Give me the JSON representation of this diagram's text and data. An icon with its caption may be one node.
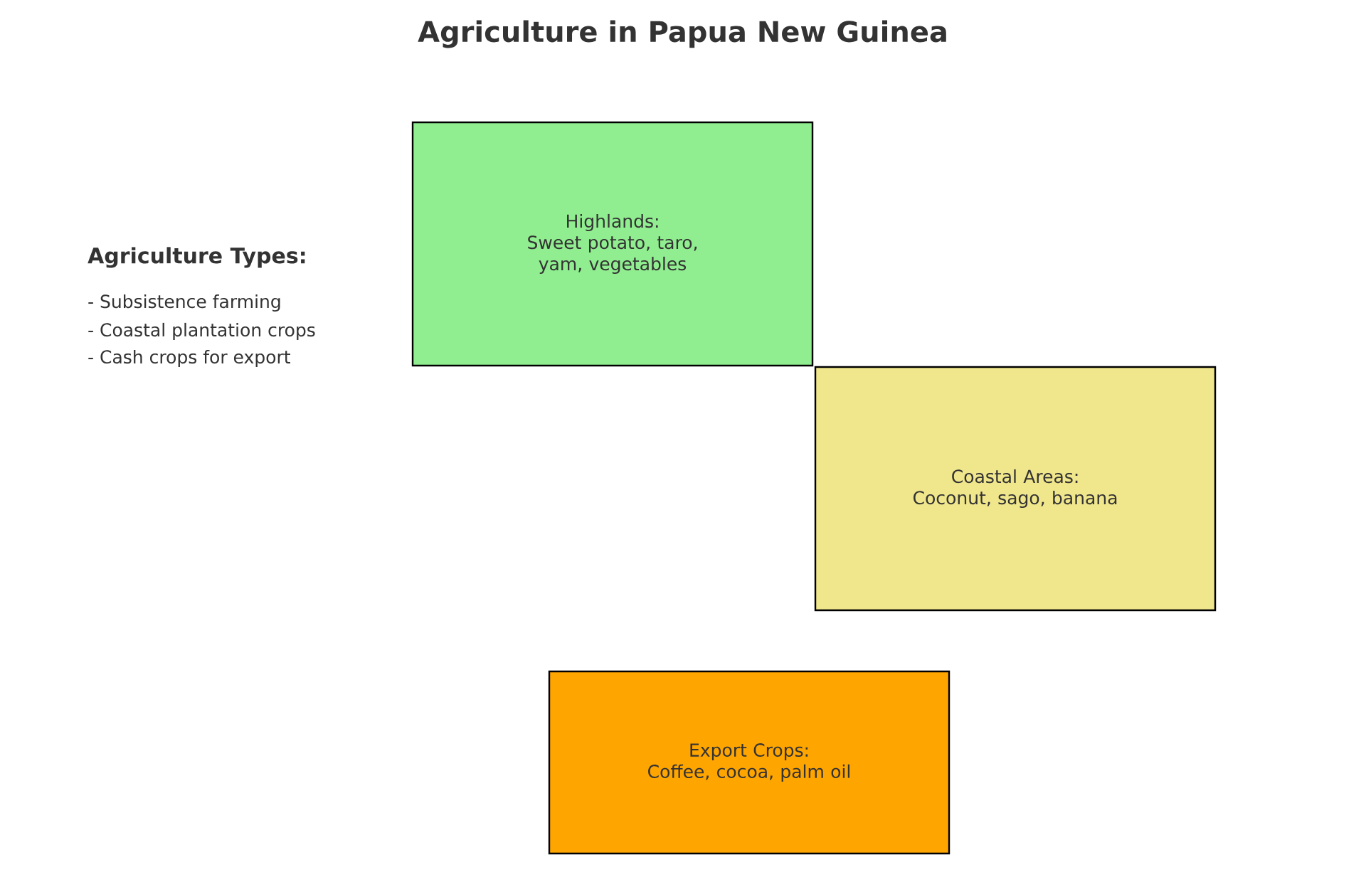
{
  "diagram": {
    "title": "Agriculture in Papua New Guinea",
    "nodes": [
      {
        "text": [
          "Highlands:",
          "Sweet potato, taro, yam, vegetables"
        ]
      },
      {
        "text": [
          "Coastal Areas:",
          "Coconut, sago, banana"
        ]
      },
      {
        "text": [
          "Export Crops:",
          "Coffee, cocoa, palm oil"
        ]
      }
    ],
    "labels": [
      "Agriculture Types:",
      "- Subsistence farming",
      "- Coastal plantation crops",
      "- Cash crops for export"
    ]
  }
}
